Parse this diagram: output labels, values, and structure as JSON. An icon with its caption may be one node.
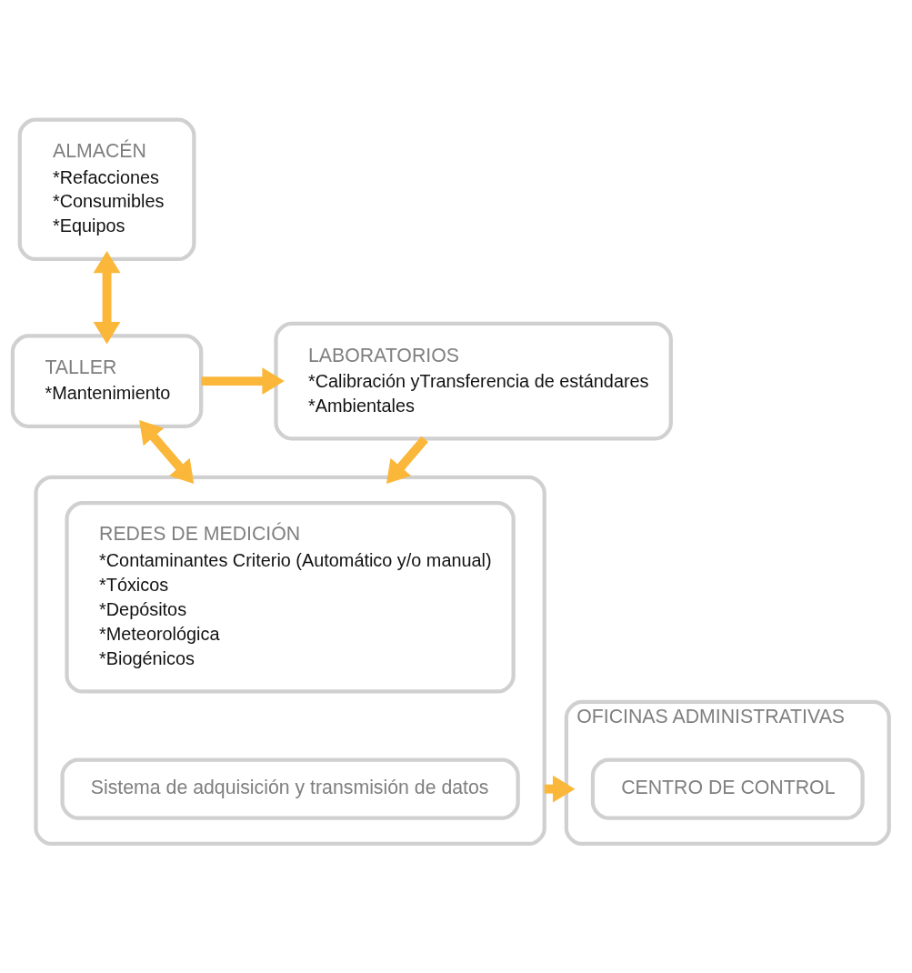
{
  "diagram": {
    "nodes": [
      {
        "text": [
          "ALMACÉN",
          "*Refacciones",
          "*Consumibles",
          "*Equipos"
        ]
      },
      {
        "text": [
          "TALLER",
          "*Mantenimiento"
        ]
      },
      {
        "text": [
          "LABORATORIOS",
          "*Calibración yTransferencia de estándares",
          "*Ambientales"
        ]
      },
      {
        "text": [],
        "shape": "box"
      },
      {
        "text": [
          "REDES DE MEDICIÓN",
          "*Contaminantes Criterio (Automático y/o manual)",
          "*Tóxicos",
          "*Depósitos",
          "*Meteorológica",
          "*Biogénicos"
        ],
        "in": 3
      },
      {
        "text": [
          "Sistema de adquisición y transmisión de datos"
        ],
        "in": 3
      },
      {
        "text": [
          "OFICINAS ADMINISTRATIVAS"
        ]
      },
      {
        "text": [
          "CENTRO DE CONTROL"
        ],
        "in": 6
      }
    ],
    "edges": [
      {
        "from": 0,
        "to": 1,
        "arrow": "both"
      },
      {
        "from": 1,
        "to": 2,
        "arrow": "to"
      },
      {
        "from": 1,
        "to": 3,
        "arrow": "both"
      },
      {
        "from": 2,
        "to": 3,
        "arrow": "to"
      },
      {
        "from": 3,
        "to": 6,
        "arrow": "to"
      }
    ]
  }
}
